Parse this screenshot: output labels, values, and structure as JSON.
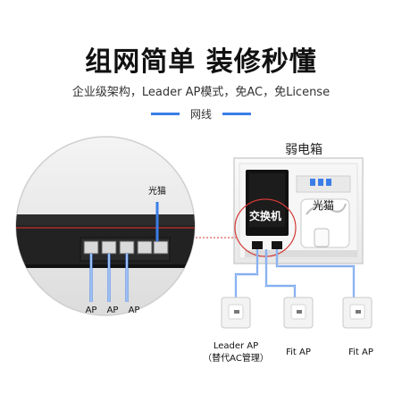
{
  "header": {
    "title": "组网简单  装修秒懂",
    "subtitle": "企业级架构，Leader AP模式，免AC，免License",
    "section": "网线"
  },
  "diagram": {
    "cabinet_label": "弱电箱",
    "switch_label": "交换机",
    "modem_label": "光猫",
    "zoom_modem_label": "光猫",
    "zoom_port_labels": [
      "AP",
      "AP",
      "AP"
    ],
    "ap_leader_label": "Leader AP",
    "ap_leader_sublabel": "（替代AC管理）",
    "ap_fit_label_1": "Fit AP",
    "ap_fit_label_2": "Fit AP"
  },
  "colors": {
    "cable": "#3b7ee8",
    "accent_red": "#c9302c",
    "switch_body": "#1e1e1e"
  }
}
